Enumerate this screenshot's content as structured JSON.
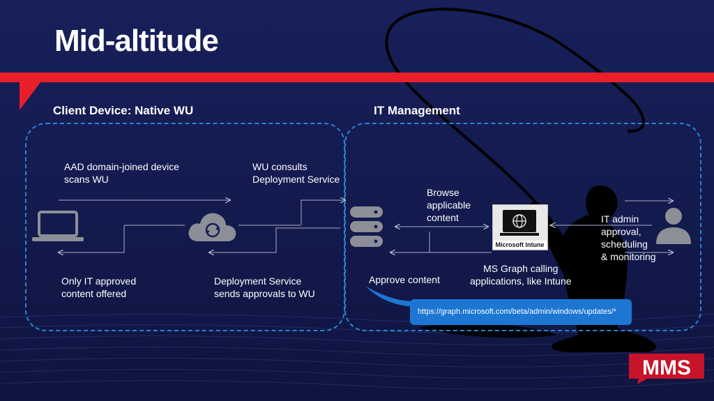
{
  "slide": {
    "title": "Mid-altitude",
    "sections": {
      "client": "Client Device: Native WU",
      "it": "IT Management"
    },
    "labels": {
      "aad_scan": [
        "AAD domain-joined device",
        "scans WU"
      ],
      "wu_consults": [
        "WU consults",
        "Deployment Service"
      ],
      "only_approved": [
        "Only IT approved",
        "content offered"
      ],
      "deploy_sends": [
        "Deployment Service",
        "sends approvals to WU"
      ],
      "browse": [
        "Browse",
        "applicable",
        "content"
      ],
      "approve": "Approve content",
      "ms_graph": [
        "MS Graph calling",
        "applications, like Intune"
      ],
      "it_admin": [
        "IT admin",
        "approval,",
        "scheduling",
        "& monitoring"
      ]
    },
    "url": "https://graph.microsoft.com/beta/admin/windows/updates/*",
    "intune_label": "Microsoft Intune",
    "logo_text": "MMS"
  },
  "colors": {
    "background": "#161d55",
    "accent_red": "#e8202a",
    "dashed_blue": "#2b83d4",
    "callout_blue": "#1c76d2",
    "icon_gray": "#8c8f97"
  },
  "icons": [
    "laptop-icon",
    "cloud-sync-icon",
    "database-icon",
    "globe-icon",
    "user-icon"
  ]
}
